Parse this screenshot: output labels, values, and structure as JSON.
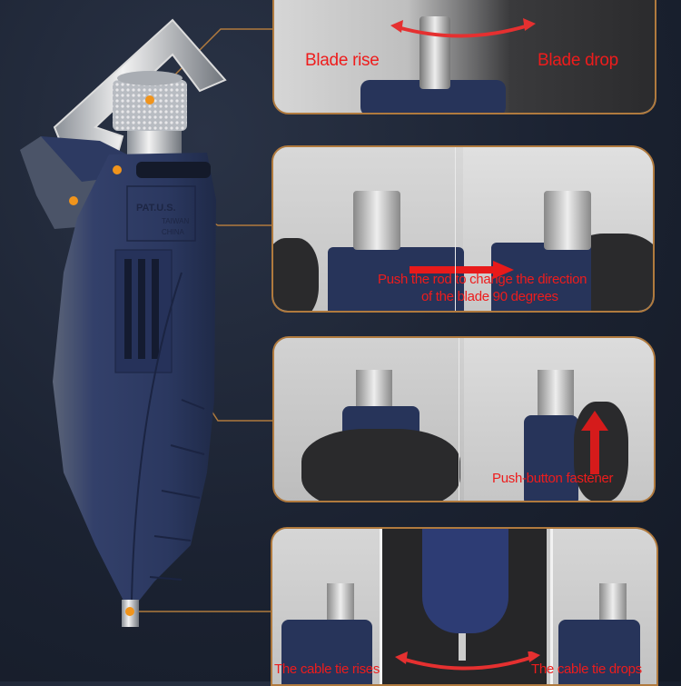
{
  "product_image": {
    "imprint": [
      "PAT.U.S.",
      "TAIWAN",
      "CHINA"
    ],
    "callouts": [
      {
        "id": "knob",
        "target_panel": 1
      },
      {
        "id": "rod",
        "target_panel": 2
      },
      {
        "id": "fastener",
        "target_panel": 3
      },
      {
        "id": "tip",
        "target_panel": 4
      }
    ]
  },
  "panels": [
    {
      "id": "blade-adjust",
      "labels": {
        "left": "Blade rise",
        "right": "Blade drop"
      }
    },
    {
      "id": "rod-direction",
      "labels": {
        "line1": "Push the rod to change the direction",
        "line2": "of the blade 90 degrees"
      }
    },
    {
      "id": "push-button",
      "labels": {
        "main": "Push-button fastener"
      }
    },
    {
      "id": "cable-tie",
      "labels": {
        "left": "The cable tie rises",
        "right": "The cable tie drops"
      }
    }
  ],
  "colors": {
    "background": "#1b2231",
    "accent_line": "#b07a3e",
    "dot": "#f0941c",
    "label_red": "#ee1c1c",
    "tool_blue": "#27345a"
  }
}
